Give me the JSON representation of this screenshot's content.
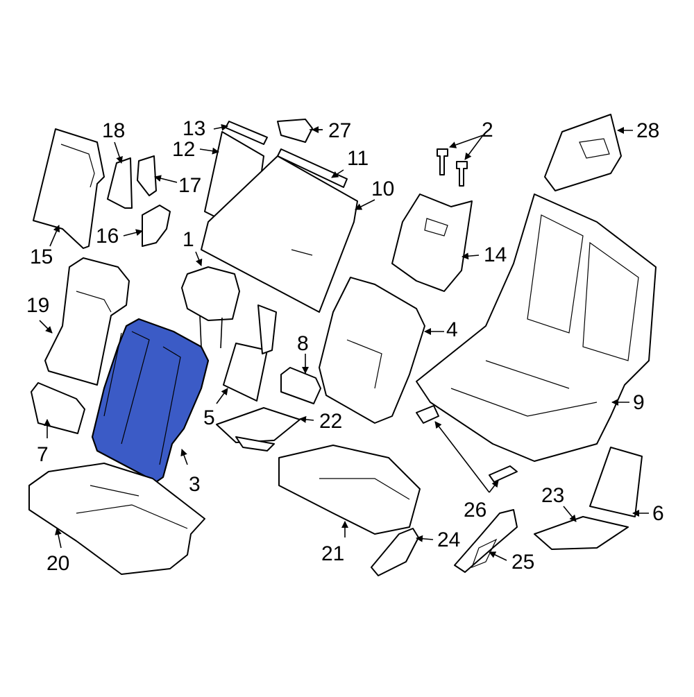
{
  "diagram": {
    "highlight_color": "#3b5bc6",
    "highlighted_part": "3",
    "callouts": [
      "1",
      "2",
      "3",
      "4",
      "5",
      "6",
      "7",
      "8",
      "9",
      "10",
      "11",
      "12",
      "13",
      "14",
      "15",
      "16",
      "17",
      "18",
      "19",
      "20",
      "21",
      "22",
      "23",
      "24",
      "25",
      "26",
      "27",
      "28"
    ]
  }
}
